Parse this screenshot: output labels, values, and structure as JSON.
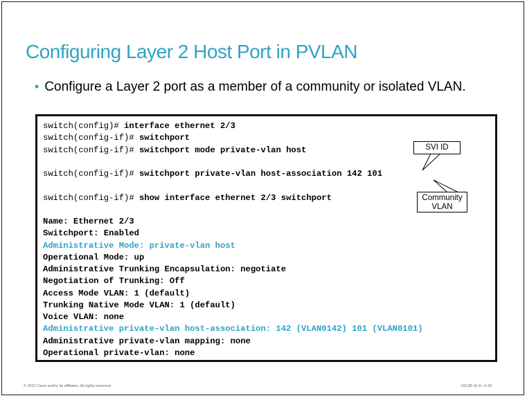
{
  "slide": {
    "title": "Configuring  Layer 2 Host Port in PVLAN",
    "bullet": "Configure a Layer 2 port as a member of a community or isolated VLAN.",
    "bullet_symbol": "•"
  },
  "commands": [
    {
      "prompt": "switch(config)# ",
      "cmd": "interface ethernet 2/3"
    },
    {
      "prompt": "switch(config-if)# ",
      "cmd": "switchport"
    },
    {
      "prompt": "switch(config-if)# ",
      "cmd": "switchport mode private-vlan host"
    },
    {
      "prompt": "switch(config-if)# ",
      "cmd": "switchport private-vlan host-association 142 101"
    },
    {
      "prompt": "switch(config-if)# ",
      "cmd": "show interface ethernet 2/3 switchport"
    }
  ],
  "output": [
    "Name: Ethernet 2/3",
    "Switchport: Enabled",
    "Administrative Mode: private-vlan host",
    "Operational Mode: up",
    "Administrative Trunking Encapsulation: negotiate",
    "Negotiation of Trunking: Off",
    "Access Mode VLAN: 1 (default)",
    "Trunking Native Mode VLAN: 1 (default)",
    "Voice VLAN: none",
    "Administrative private-vlan host-association: 142 (VLAN0142) 101 (VLAN0101)",
    "Administrative private-vlan mapping: none",
    "Operational private-vlan: none"
  ],
  "callouts": {
    "svi_id": "SVI ID",
    "community_vlan_line1": "Community",
    "community_vlan_line2": "VLAN"
  },
  "footer": {
    "copyright": "© 2012 Cisco and/or its affiliates. All rights reserved.",
    "code": "DCUR v5.0—2-32"
  },
  "colors": {
    "accent": "#2ea3c4"
  }
}
